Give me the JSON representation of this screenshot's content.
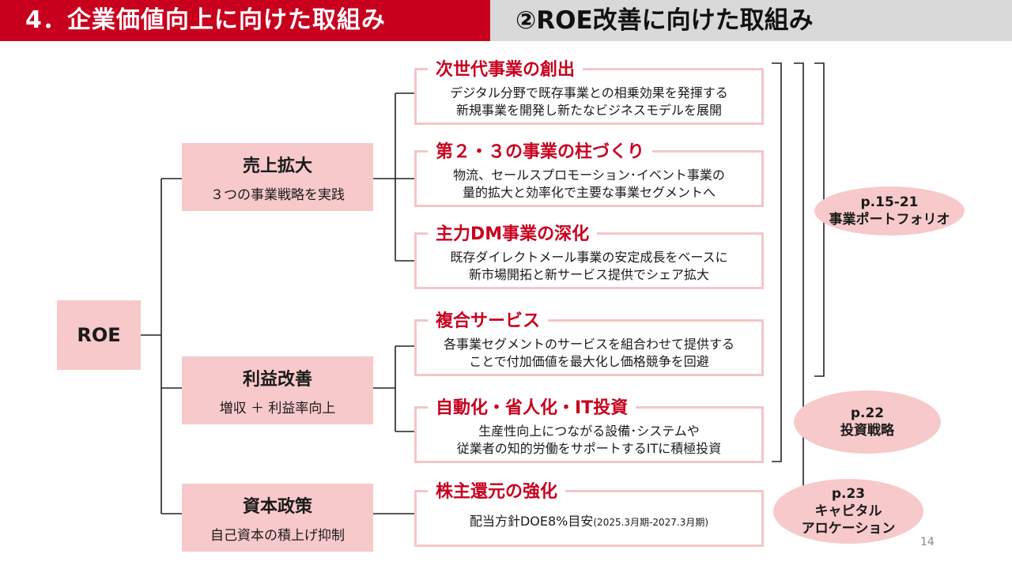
{
  "header": {
    "section_title": "4．企業価値向上に向けた取組み",
    "subtitle": "②ROE改善に向けた取組み"
  },
  "root": {
    "label": "ROE"
  },
  "categories": [
    {
      "title": "売上拡大",
      "sub": "３つの事業戦略を実践"
    },
    {
      "title": "利益改善",
      "sub": "増収 ＋ 利益率向上"
    },
    {
      "title": "資本政策",
      "sub": "自己資本の積上げ抑制"
    }
  ],
  "items": [
    {
      "title": "次世代事業の創出",
      "desc1": "デジタル分野で既存事業との相乗効果を発揮する",
      "desc2": "新規事業を開発し新たなビジネスモデルを展開"
    },
    {
      "title": "第２・３の事業の柱づくり",
      "desc1": "物流、セールスプロモーション･イベント事業の",
      "desc2": "量的拡大と効率化で主要な事業セグメントへ"
    },
    {
      "title": "主力DM事業の深化",
      "desc1": "既存ダイレクトメール事業の安定成長をベースに",
      "desc2": "新市場開拓と新サービス提供でシェア拡大"
    },
    {
      "title": "複合サービス",
      "desc1": "各事業セグメントのサービスを組合わせて提供する",
      "desc2": "ことで付加価値を最大化し価格競争を回避"
    },
    {
      "title": "自動化・省人化・IT投資",
      "desc1": "生産性向上につながる設備･システムや",
      "desc2": "従業者の知的労働をサポートするITに積極投資"
    },
    {
      "title": "株主還元の強化",
      "desc_main": "配当方針DOE8%目安",
      "desc_small": "(2025.3月期-2027.3月期)"
    }
  ],
  "references": [
    {
      "line1": "p.15-21",
      "line2": "事業ポートフォリオ"
    },
    {
      "line1": "p.22",
      "line2": "投資戦略"
    },
    {
      "line1": "p.23",
      "line2": "キャピタル",
      "line3": "アロケーション"
    }
  ],
  "page_number": "14"
}
